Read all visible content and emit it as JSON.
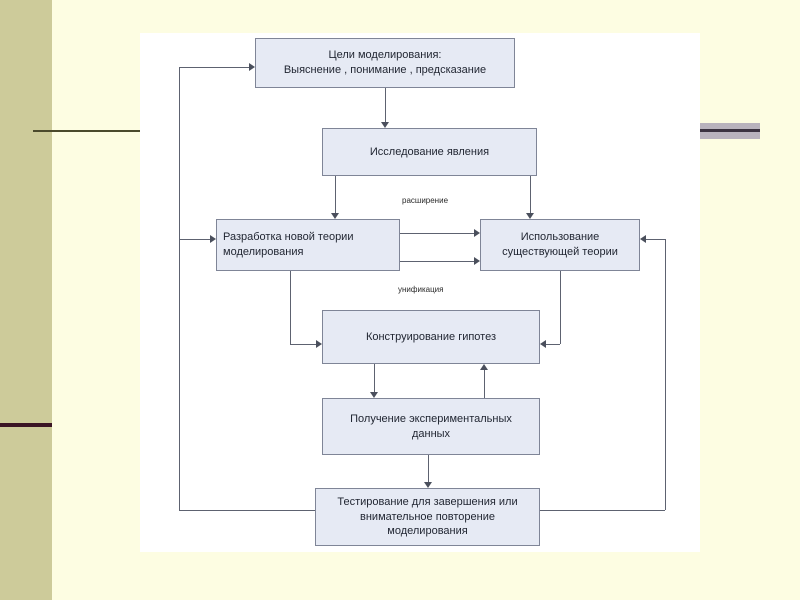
{
  "slide": {
    "background_color": "#fdfde2",
    "left_band_color": "#cdcb9a",
    "canvas_color": "#ffffff",
    "accent_rule_color": "#4b4a2c",
    "accent_dark_color": "#3a1424",
    "right_bar_color": "#b9b3bd"
  },
  "diagram": {
    "type": "flowchart",
    "node_fill": "#e6eaf4",
    "node_border": "#7f8597",
    "nodes": [
      {
        "id": "goals",
        "label_line1": "Цели моделирования:",
        "label_line2": "Выяснение , понимание , предсказание"
      },
      {
        "id": "research",
        "label_line1": "Исследование явления",
        "label_line2": ""
      },
      {
        "id": "new-theory",
        "label_line1": "Разработка новой теории",
        "label_line2": "моделирования"
      },
      {
        "id": "use-theory",
        "label_line1": "Использование",
        "label_line2": "существующей теории"
      },
      {
        "id": "hypotheses",
        "label_line1": "Конструирование гипотез",
        "label_line2": ""
      },
      {
        "id": "experiment",
        "label_line1": "Получение экспериментальных",
        "label_line2": "данных"
      },
      {
        "id": "testing",
        "label_line1": "Тестирование для завершения или",
        "label_line2": "внимательное повторение",
        "label_line3": "моделирования"
      }
    ],
    "edge_labels": [
      {
        "id": "expansion",
        "text": "расширение"
      },
      {
        "id": "unification",
        "text": "унификация"
      }
    ]
  }
}
